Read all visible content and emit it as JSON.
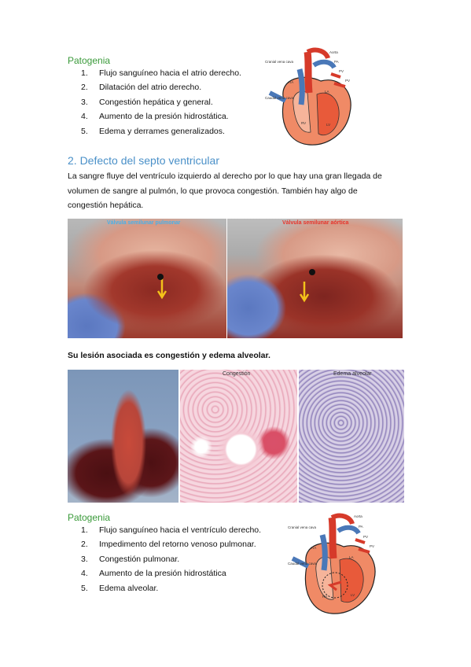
{
  "section1": {
    "patogenia_title": "Patogenia",
    "steps": [
      {
        "num": "1.",
        "text": "Flujo sanguíneo hacia el atrio derecho."
      },
      {
        "num": "2.",
        "text": "Dilatación del atrio derecho."
      },
      {
        "num": "3.",
        "text": "Congestión hepática y general."
      },
      {
        "num": "4.",
        "text": "Aumento de la presión hidrostática."
      },
      {
        "num": "5.",
        "text": "Edema y derrames generalizados."
      }
    ]
  },
  "diagram_labels": {
    "aorta": "Aorta",
    "pa": "PA",
    "pv": "PV",
    "cranial": "Cranial vena cava",
    "caudal": "Caudal vena cava",
    "ra": "RA",
    "la": "LA",
    "rv": "RV",
    "lv": "LV"
  },
  "section2": {
    "heading": "2. Defecto del septo ventricular",
    "paragraph_lines": [
      "La sangre fluye del ventrículo izquierdo al derecho por lo que hay una gran llegada de",
      "volumen de sangre al pulmón, lo que provoca congestión. También hay algo de",
      "congestión hepática."
    ],
    "photo_label_left": "Válvula semilunar pulmonar",
    "photo_label_right": "Válvula semilunar aórtica",
    "lesion_text": "Su lesión asociada es congestión y edema alveolar.",
    "histo_label_1": "Congestión",
    "histo_label_2": "Edema alveolar",
    "patogenia_title": "Patogenia",
    "steps": [
      {
        "num": "1.",
        "text": "Flujo sanguíneo hacia el ventrículo derecho."
      },
      {
        "num": "2.",
        "text": "Impedimento del retorno venoso pulmonar."
      },
      {
        "num": "3.",
        "text": "Congestión pulmonar."
      },
      {
        "num": "4.",
        "text": "Aumento de la presión hidrostática"
      },
      {
        "num": "5.",
        "text": "Edema alveolar."
      }
    ]
  }
}
